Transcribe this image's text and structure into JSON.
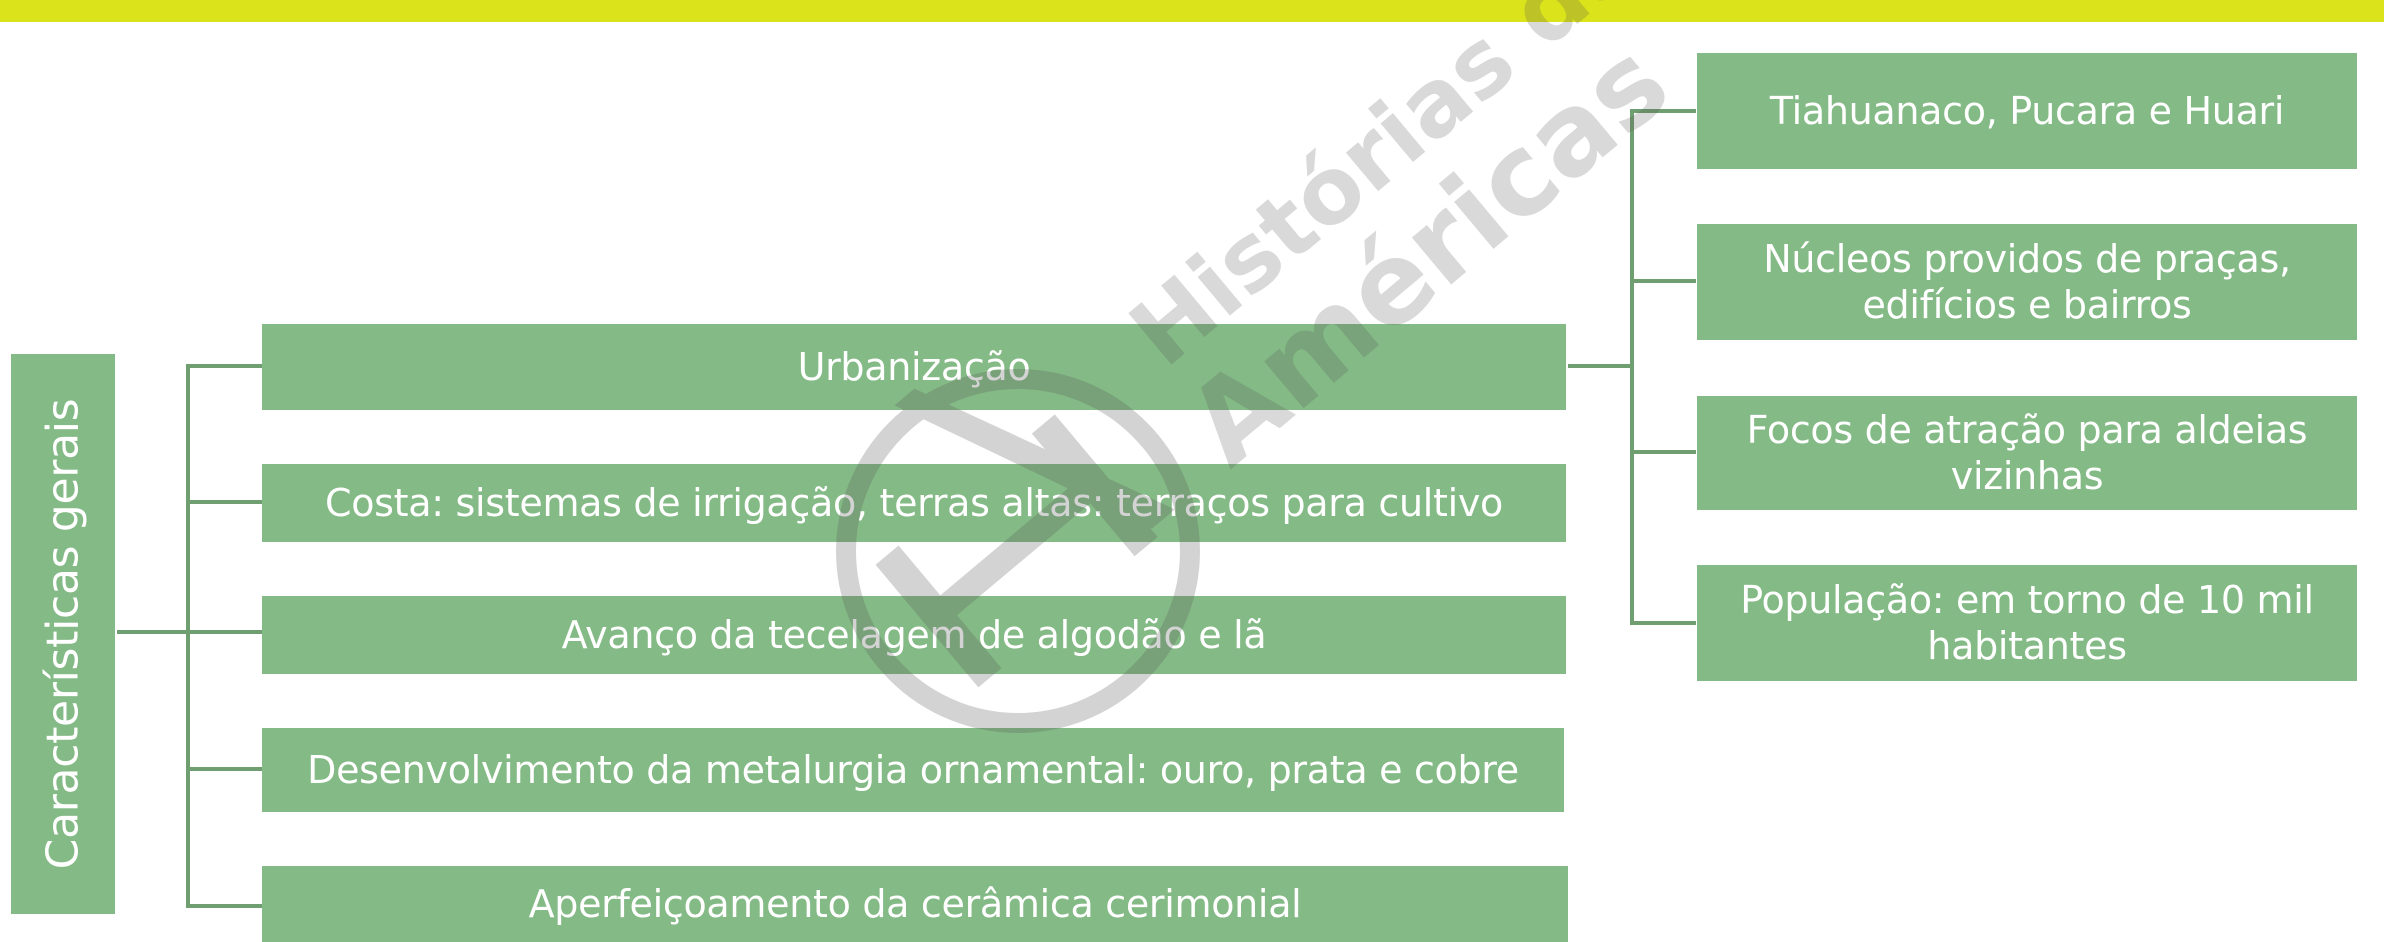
{
  "colors": {
    "top_bar": "#dbe31a",
    "box_fill": "#84ba86",
    "connector": "#6f9e70",
    "text": "#ffffff"
  },
  "root": {
    "label": "Características gerais"
  },
  "branches": [
    {
      "label": "Urbanização"
    },
    {
      "label": "Costa: sistemas de irrigação, terras altas: terraços para cultivo"
    },
    {
      "label": "Avanço da tecelagem de algodão e lã"
    },
    {
      "label": "Desenvolvimento da metalurgia ornamental: ouro, prata e cobre"
    },
    {
      "label": "Aperfeiçoamento da cerâmica cerimonial"
    }
  ],
  "urbanization_children": [
    {
      "label": "Tiahuanaco, Pucara e Huari"
    },
    {
      "label": "Núcleos providos de praças, edifícios e bairros"
    },
    {
      "label": "Focos de atração para aldeias vizinhas"
    },
    {
      "label": "População: em torno de 10 mil habitantes"
    }
  ],
  "watermark": {
    "line1": "Histórias das",
    "line2": "Américas",
    "logo_icon": "ha-logo-icon"
  }
}
